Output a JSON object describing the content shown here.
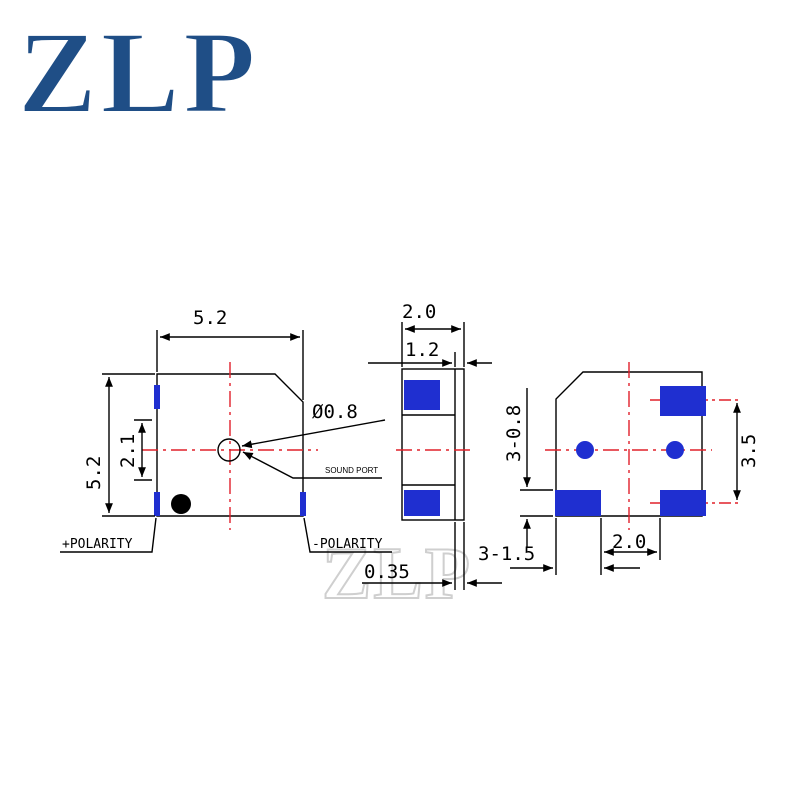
{
  "logo": {
    "text": "ZLP",
    "color": "#1f4e86"
  },
  "watermark": {
    "text": "ZLP"
  },
  "colors": {
    "outline": "#000000",
    "centerline": "#e0202a",
    "pad": "#1f2fd0",
    "background": "#ffffff"
  },
  "front_view": {
    "width_label": "5.2",
    "height_label": "5.2",
    "port_spacing_label": "2.1",
    "hole_label": "Ø0.8",
    "sound_port_label": "SOUND PORT",
    "plus_polarity_label": "+POLARITY",
    "minus_polarity_label": "-POLARITY"
  },
  "side_view": {
    "total_label": "2.0",
    "body_label": "1.2",
    "offset_label": "0.35"
  },
  "pad_view": {
    "pad_height_label": "3-0.8",
    "pitch_label": "3.5",
    "pad_width_label": "3-1.5",
    "pad_spacing_label": "2.0"
  }
}
